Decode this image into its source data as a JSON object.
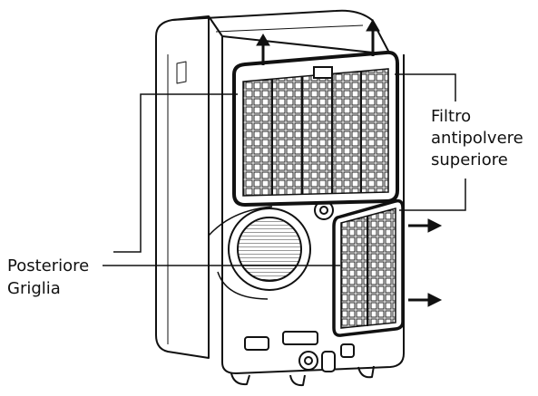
{
  "labels": {
    "top_filter": [
      "Filtro",
      "antipolvere",
      "superiore"
    ],
    "rear_grille": [
      "Posteriore",
      "Griglia"
    ]
  },
  "icons": {
    "up_arrow": "arrow-up-icon",
    "right_arrow": "arrow-right-icon"
  },
  "colors": {
    "line": "#111111",
    "background": "#ffffff",
    "filter_frame": "#111111"
  }
}
